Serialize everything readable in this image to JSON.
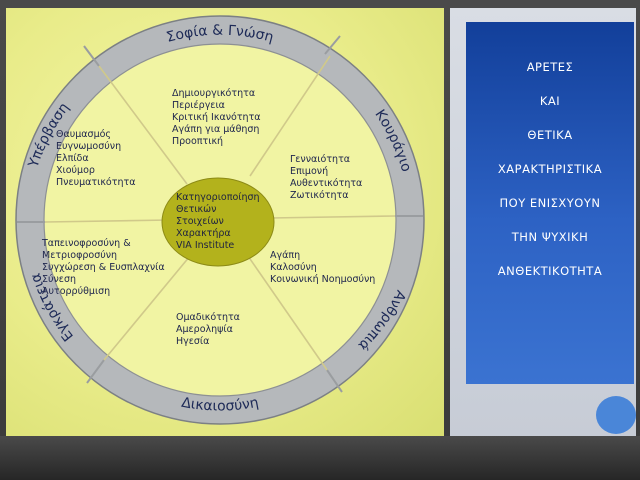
{
  "virtues": [
    {
      "name": "Σοφία & Γνώση"
    },
    {
      "name": "Κουράγιο"
    },
    {
      "name": "Ανθρωπιά"
    },
    {
      "name": "Δικαιοσύνη"
    },
    {
      "name": "Εγκράτεια"
    },
    {
      "name": "Υπέρβαση"
    }
  ],
  "segments": [
    {
      "strengths": [
        "Δημιουργικότητα",
        "Περιέργεια",
        "Κριτική Ικανότητα",
        "Αγάπη για μάθηση",
        "Προοπτική"
      ]
    },
    {
      "strengths": [
        "Γενναιότητα",
        "Επιμονή",
        "Αυθεντικότητα",
        "Ζωτικότητα"
      ]
    },
    {
      "strengths": [
        "Αγάπη",
        "Καλοσύνη",
        "Κοινωνική Νοημοσύνη"
      ]
    },
    {
      "strengths": [
        "Ομαδικότητα",
        "Αμεροληψία",
        "Ηγεσία"
      ]
    },
    {
      "strengths": [
        "Ταπεινοφροσύνη &",
        "Μετριοφροσύνη",
        "Συγχώρεση & Ευσπλαχνία",
        "Σύνεση",
        "Αυτορρύθμιση"
      ]
    },
    {
      "strengths": [
        "Θαυμασμός",
        "Ευγνωμοσύνη",
        "Ελπίδα",
        "Χιούμορ",
        "Πνευματικότητα"
      ]
    }
  ],
  "hub": {
    "lines": [
      "Κατηγοριοποίηση",
      "Θετικών",
      "Στοιχείων",
      "Χαρακτήρα",
      "VIA Institute"
    ]
  },
  "title_box": {
    "lines": [
      "ΑΡΕΤΕΣ",
      "ΚΑΙ",
      "ΘΕΤΙΚΑ",
      "ΧΑΡΑΚΤΗΡΙΣΤΙΚΑ",
      "ΠΟΥ ΕΝΙΣΧΥΟΥΝ",
      "ΤΗΝ ΨΥΧΙΚΗ",
      "ΑΝΘΕΚΤΙΚΟΤΗΤΑ"
    ]
  },
  "colors": {
    "rim": "#b5b8bb",
    "inner_fill": "#f1f4a3",
    "hub_fill": "#b3b21c",
    "title_box": "#1f4fae",
    "nav_dot": "#4a86d8"
  }
}
